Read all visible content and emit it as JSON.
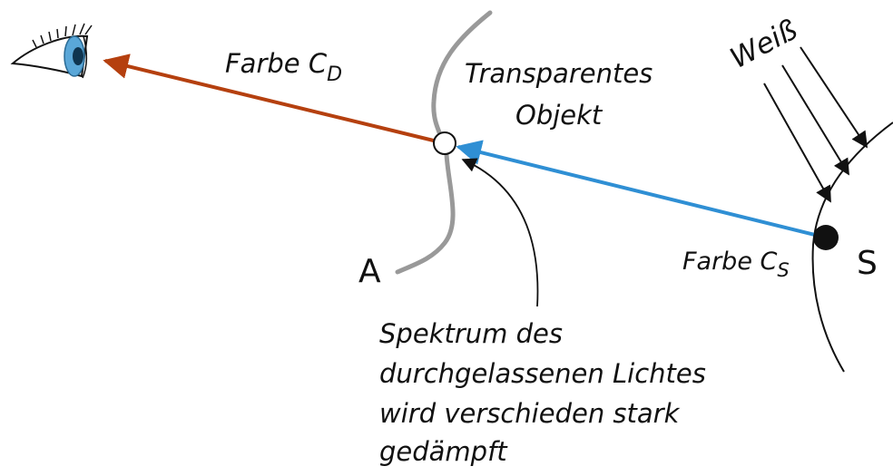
{
  "labels": {
    "color_d": "Farbe C",
    "color_d_sub": "D",
    "object_line1": "Transparentes",
    "object_line2": "Objekt",
    "white": "Weiß",
    "color_s": "Farbe C",
    "color_s_sub": "S",
    "point_a": "A",
    "point_s": "S",
    "note_line1": "Spektrum des",
    "note_line2": "durchgelassenen Lichtes",
    "note_line3": "wird verschieden stark",
    "note_line4": "gedämpft"
  },
  "colors": {
    "ray_to_eye": "#b5400f",
    "ray_from_source": "#2f8fd4",
    "object_outline": "#999999",
    "iris": "#5aa7d8",
    "ink": "#111111"
  },
  "icons": {
    "viewer": "eye-icon"
  }
}
